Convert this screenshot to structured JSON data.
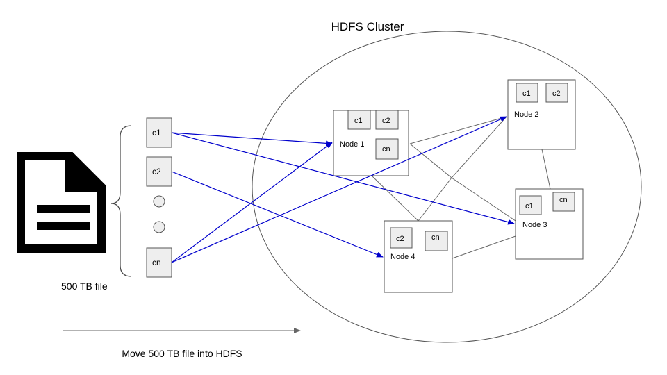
{
  "cluster_title": "HDFS Cluster",
  "file_label": "500 TB file",
  "move_caption": "Move 500 TB file into HDFS",
  "chunks": {
    "first": "c1",
    "second": "c2",
    "last": "cn"
  },
  "nodes": {
    "node1": {
      "label": "Node 1",
      "chunk_a": "c1",
      "chunk_b": "c2",
      "chunk_c": "cn"
    },
    "node2": {
      "label": "Node 2",
      "chunk_a": "c1",
      "chunk_b": "c2"
    },
    "node3": {
      "label": "Node 3",
      "chunk_a": "c1",
      "chunk_b": "cn"
    },
    "node4": {
      "label": "Node 4",
      "chunk_a": "c2",
      "chunk_b": "cn"
    }
  },
  "colors": {
    "assignment_arrow": "#0000cc",
    "node_link": "#666666",
    "chunk_fill": "#eeeeee",
    "stroke": "#555555"
  },
  "icons": {
    "file": "document-icon"
  }
}
